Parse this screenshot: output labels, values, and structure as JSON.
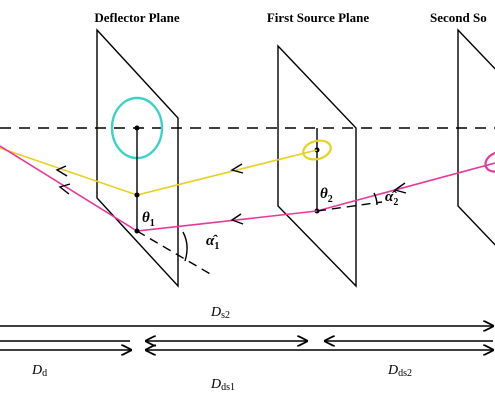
{
  "planes": [
    {
      "title": "Deflector Plane"
    },
    {
      "title": "First Source Plane"
    },
    {
      "title": "Second So"
    }
  ],
  "angles": {
    "theta1": {
      "symbol": "θ",
      "sub": "1"
    },
    "theta2": {
      "symbol": "θ",
      "sub": "2"
    },
    "alpha1": {
      "symbol": "α̂",
      "sub": "1"
    },
    "alpha2": {
      "symbol": "α̂",
      "sub": "2"
    }
  },
  "distances": {
    "ds2": {
      "base": "D",
      "sub": "s2"
    },
    "d": {
      "base": "D",
      "sub": "d"
    },
    "ds1": {
      "base": "D",
      "sub": "ds1"
    },
    "dds2": {
      "base": "D",
      "sub": "ds2"
    }
  },
  "colors": {
    "yellow_ray": "#e6d21e",
    "magenta_ray": "#e6399b",
    "cyan_lens": "#3cd2c8",
    "yellow_source": "#e6d21e",
    "magenta_source": "#e6399b",
    "lines": "#000000"
  }
}
